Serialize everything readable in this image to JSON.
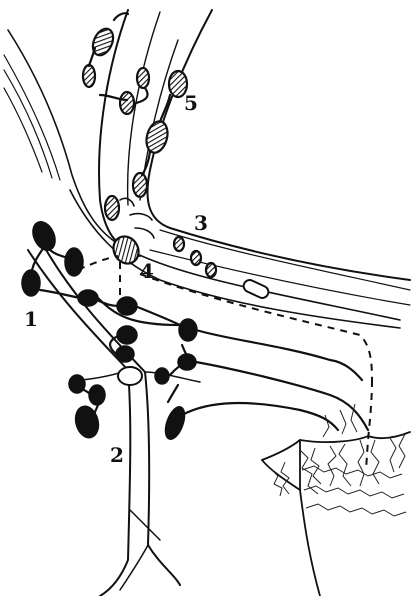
{
  "diagram": {
    "labels": [
      {
        "id": "1",
        "text": "1"
      },
      {
        "id": "2",
        "text": "2"
      },
      {
        "id": "3",
        "text": "3"
      },
      {
        "id": "4",
        "text": "4"
      },
      {
        "id": "5",
        "text": "5"
      }
    ],
    "colors": {
      "ink": "#111111",
      "paper": "#ffffff"
    }
  }
}
